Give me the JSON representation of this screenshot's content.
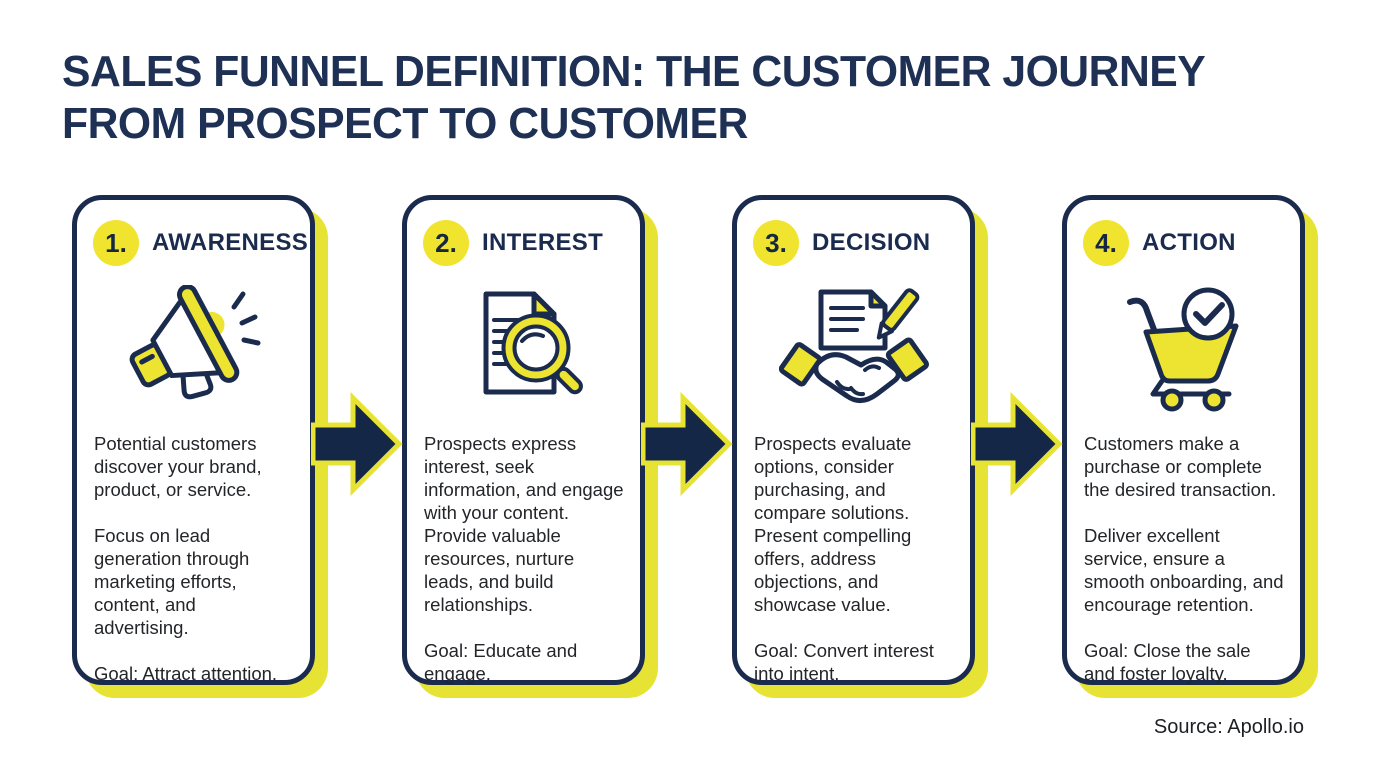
{
  "title_line1": "SALES FUNNEL DEFINITION: THE CUSTOMER JOURNEY",
  "title_line2": "FROM PROSPECT TO CUSTOMER",
  "source": "Source: Apollo.io",
  "colors": {
    "navy": "#1b2b4e",
    "yellow": "#ece431",
    "card_shadow_yellow": "#e7e335",
    "body_text": "#232529"
  },
  "stages": [
    {
      "number": "1.",
      "label": "AWARENESS",
      "icon": "megaphone-icon",
      "paragraphs": [
        "Potential customers discover your brand, product, or service.",
        "Focus on lead generation through marketing efforts, content, and advertising.",
        "Goal: Attract attention."
      ]
    },
    {
      "number": "2.",
      "label": "INTEREST",
      "icon": "document-magnifier-icon",
      "paragraphs": [
        "Prospects express interest, seek information, and engage with your content. Provide valuable resources, nurture leads, and build relationships.",
        "Goal: Educate and engage."
      ]
    },
    {
      "number": "3.",
      "label": "DECISION",
      "icon": "handshake-agreement-icon",
      "paragraphs": [
        "Prospects evaluate options, consider purchasing, and compare solutions. Present compelling offers, address objections, and showcase value.",
        "Goal: Convert interest into intent."
      ]
    },
    {
      "number": "4.",
      "label": "ACTION",
      "icon": "cart-check-icon",
      "paragraphs": [
        "Customers make a purchase or complete the desired transaction.",
        "Deliver excellent service, ensure a smooth onboarding, and encourage retention.",
        "Goal: Close the sale and foster loyalty."
      ]
    }
  ]
}
